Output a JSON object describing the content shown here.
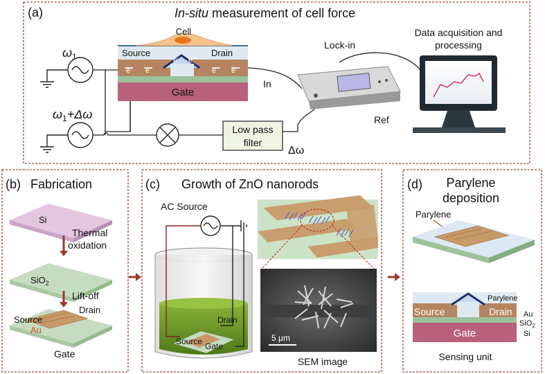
{
  "panel_a": {
    "label": "(a)",
    "title_italic": "In-situ",
    "title_rest": " measurement of cell force",
    "cell": "Cell",
    "source": "Source",
    "drain": "Drain",
    "gate": "Gate",
    "electron": "e",
    "electron_sup": "-",
    "omega1": "ω",
    "omega1_sub": "1",
    "omega2_prefix": "ω",
    "omega2_sub": "1",
    "omega2_suffix": "+Δω",
    "lockin": "Lock-in",
    "in_label": "In",
    "ref_label": "Ref",
    "filter_line1": "Low pass",
    "filter_line2": "filter",
    "delta_omega": "Δω",
    "daq_line1": "Data acquisition and",
    "daq_line2": "processing"
  },
  "panel_b": {
    "label": "(b)",
    "title": "Fabrication",
    "si": "Si",
    "step1_line1": "Thermal",
    "step1_line2": "oxidation",
    "sio2_main": "SiO",
    "sio2_sub": "2",
    "step2": "Lift-off",
    "source": "Source",
    "drain": "Drain",
    "au": "Au",
    "gate": "Gate"
  },
  "panel_c": {
    "label": "(c)",
    "title": "Growth of ZnO nanorods",
    "ac_source": "AC Source",
    "drain": "Drain",
    "source": "Source",
    "gate": "Gate",
    "scale": "5 μm",
    "sem": "SEM image"
  },
  "panel_d": {
    "label": "(d)",
    "title_line1": "Parylene",
    "title_line2": "deposition",
    "parylene_top": "Parylene",
    "parylene_side": "Parylene",
    "source": "Source",
    "drain": "Drain",
    "au": "Au",
    "sio2_main": "SiO",
    "sio2_sub": "2",
    "si": "Si",
    "gate": "Gate",
    "unit": "Sensing unit"
  },
  "colors": {
    "frame": "#a0463a",
    "arrow": "#9b3a2c",
    "gold": "#c89a6a",
    "si_pink": "#e3c6e0",
    "sio2_green": "#c6dcc0",
    "gate_purple": "#b9607a",
    "solution": "#6f9d2a",
    "filter_fill": "#eef3e2",
    "nanorod": "#6a6fd6",
    "parylene_blue": "#d9e6f4"
  }
}
